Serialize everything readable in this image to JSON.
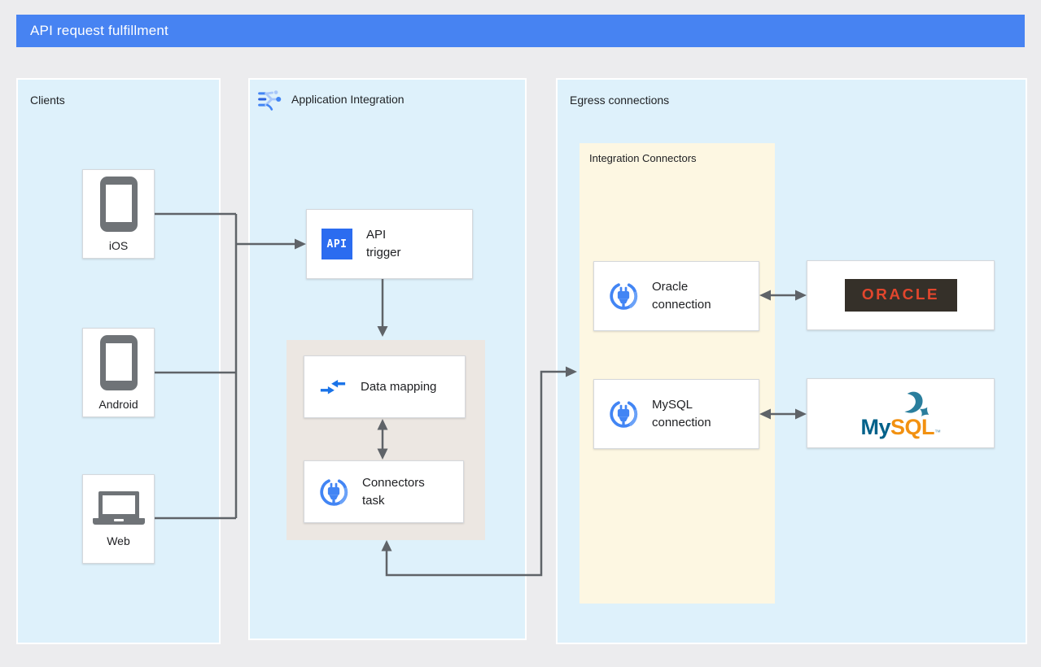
{
  "header": {
    "title": "API request fulfillment"
  },
  "panels": {
    "clients": {
      "title": "Clients",
      "items": [
        {
          "label": "iOS",
          "icon": "smartphone-icon"
        },
        {
          "label": "Android",
          "icon": "smartphone-icon"
        },
        {
          "label": "Web",
          "icon": "laptop-icon"
        }
      ]
    },
    "application_integration": {
      "title": "Application Integration",
      "icon": "application-integration-icon",
      "nodes": {
        "api_trigger": {
          "label": "API\ntrigger",
          "badge_text": "API",
          "icon": "api-badge-icon"
        },
        "data_mapping": {
          "label": "Data mapping",
          "icon": "data-mapping-arrows-icon"
        },
        "connectors_task": {
          "label": "Connectors\ntask",
          "icon": "connector-plug-icon"
        }
      }
    },
    "egress": {
      "title": "Egress connections",
      "integration_connectors": {
        "title": "Integration Connectors",
        "nodes": {
          "oracle_connection": {
            "label": "Oracle\nconnection",
            "icon": "connector-plug-icon"
          },
          "mysql_connection": {
            "label": "MySQL\nconnection",
            "icon": "connector-plug-icon"
          }
        }
      },
      "targets": {
        "oracle": {
          "logo_text": "ORACLE"
        },
        "mysql": {
          "logo_my": "My",
          "logo_sql": "SQL",
          "logo_tm": "™",
          "icon": "dolphin-icon"
        }
      }
    }
  },
  "connections": [
    "iOS → API trigger",
    "Android → API trigger",
    "Web → API trigger",
    "API trigger → Data mapping",
    "Data mapping ↔ Connectors task",
    "Connectors task ↔ Integration Connectors",
    "Oracle connection ↔ Oracle",
    "MySQL connection ↔ MySQL"
  ],
  "colors": {
    "header_bg": "#4783f2",
    "panel_blue": "#def1fb",
    "panel_yellow": "#fdf7e2",
    "container_beige": "#ece7e2",
    "arrow_gray": "#5f6368",
    "node_blue": "#2b6cf0",
    "oracle_red": "#e2462d",
    "oracle_dark": "#353029",
    "mysql_teal": "#00618a",
    "mysql_orange": "#f29111"
  }
}
